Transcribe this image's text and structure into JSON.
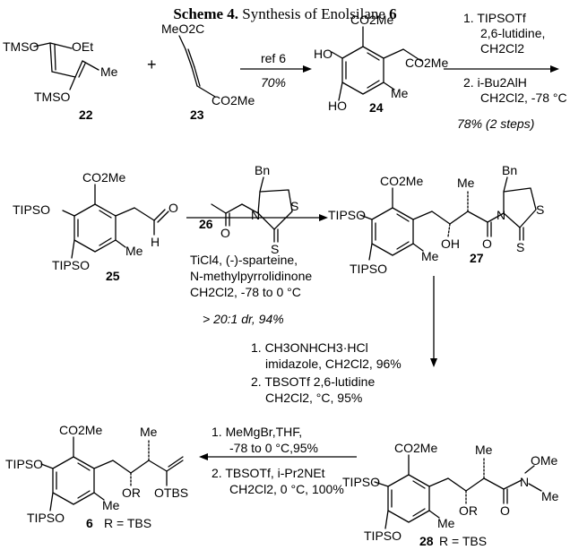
{
  "title": {
    "prefix": "Scheme 4.",
    "text": "Synthesis of Enolsilane",
    "num": "6"
  },
  "compounds": {
    "c22": {
      "num": "22",
      "tmso_top": "TMSO",
      "oet": "OEt",
      "me": "Me",
      "tmso_bottom": "TMSO"
    },
    "c23": {
      "num": "23",
      "ester_top": "MeO2C",
      "ester_bottom": "CO2Me"
    },
    "c24": {
      "num": "24",
      "ho_top": "HO",
      "co2me_top": "CO2Me",
      "co2me_side": "CO2Me",
      "me": "Me",
      "ho_bottom": "HO"
    },
    "c25": {
      "num": "25",
      "co2me": "CO2Me",
      "tipso_top": "TIPSO",
      "o": "O",
      "h": "H",
      "me": "Me",
      "tipso_bottom": "TIPSO"
    },
    "c26": {
      "num": "26",
      "bn": "Bn",
      "o": "O",
      "n": "N",
      "s_ring": "S",
      "s_thione": "S"
    },
    "c27": {
      "num": "27",
      "co2me": "CO2Me",
      "me_top": "Me",
      "bn": "Bn",
      "tipso_top": "TIPSO",
      "oh": "OH",
      "o": "O",
      "n": "N",
      "s_ring": "S",
      "s_thione": "S",
      "me": "Me",
      "tipso_bottom": "TIPSO"
    },
    "c28": {
      "num": "28",
      "r_def": "R = TBS",
      "co2me": "CO2Me",
      "me_top": "Me",
      "ome": "OMe",
      "tipso_top": "TIPSO",
      "n": "N",
      "nme": "Me",
      "or": "OR",
      "o": "O",
      "me": "Me",
      "tipso_bottom": "TIPSO"
    },
    "c6": {
      "num": "6",
      "r_def": "R = TBS",
      "co2me": "CO2Me",
      "me_top": "Me",
      "tipso_top": "TIPSO",
      "or": "OR",
      "otbs": "OTBS",
      "me": "Me",
      "tipso_bottom": "TIPSO"
    }
  },
  "plus": "+",
  "steps": {
    "s1": {
      "reagent": "ref 6",
      "yield": "70%"
    },
    "s2": {
      "line1": "1. TIPSOTf",
      "line2": "2,6-lutidine,",
      "line3": "CH2Cl2",
      "line4": "2. i-Bu2AlH",
      "line5": "CH2Cl2, -78 °C",
      "yield": "78% (2 steps)"
    },
    "s3": {
      "line1": "TiCl4, (-)-sparteine,",
      "line2": "N-methylpyrrolidinone",
      "line3": "CH2Cl2, -78 to 0  °C",
      "yield": "> 20:1 dr, 94%"
    },
    "s4": {
      "line1": "1. CH3ONHCH3·HCl",
      "line2": "imidazole, CH2Cl2, 96%",
      "line3": "2. TBSOTf 2,6-lutidine",
      "line4": "CH2Cl2, °C, 95%"
    },
    "s5": {
      "line1": "1. MeMgBr,THF,",
      "line2": "-78 to 0 °C,95%",
      "line3": "2. TBSOTf, i-Pr2NEt",
      "line4": "CH2Cl2, 0 °C, 100%"
    }
  }
}
